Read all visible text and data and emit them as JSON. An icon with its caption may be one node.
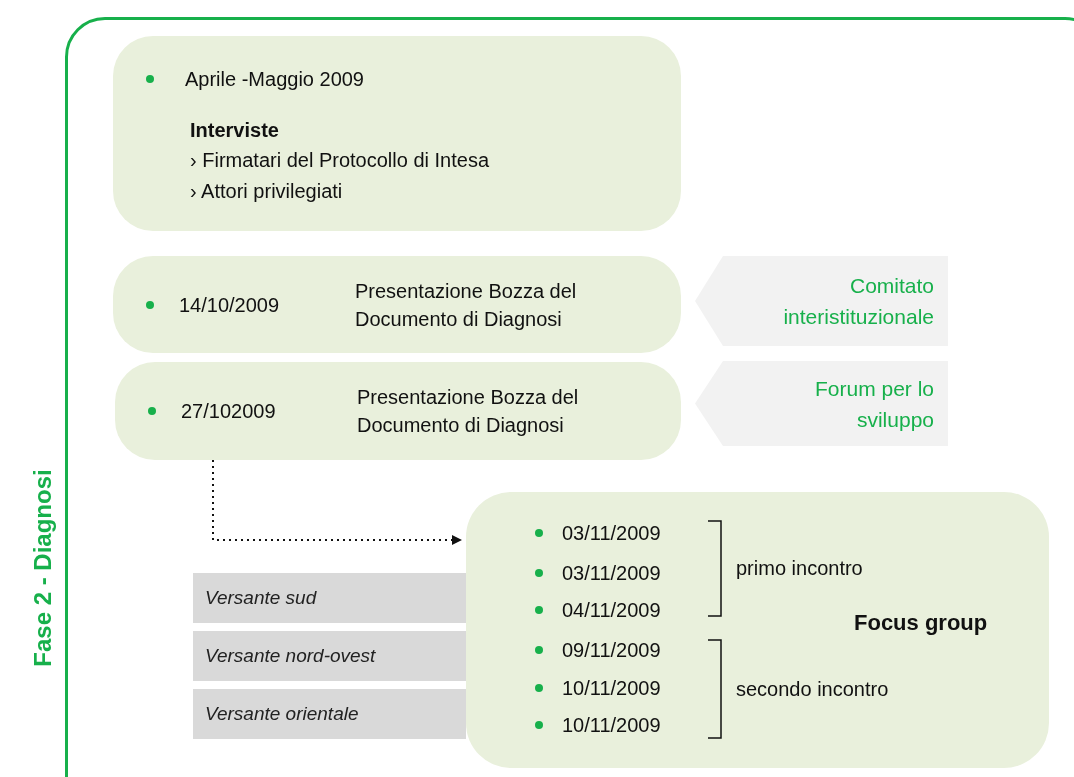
{
  "diagram": {
    "nodes": [
      {
        "text": [
          "Fase 2 - Diagnosi"
        ]
      },
      {
        "text": [
          "Aprile -Maggio 2009",
          "Interviste",
          "› Firmatari del Protocollo di Intesa",
          "› Attori privilegiati"
        ],
        "in": 0
      },
      {
        "text": [
          "14/10/2009",
          "Presentazione Bozza del Documento di Diagnosi"
        ],
        "in": 0
      },
      {
        "text": [
          "Comitato interistituzionale"
        ],
        "in": 0
      },
      {
        "text": [
          "27/102009",
          "Presentazione Bozza del Documento di Diagnosi"
        ],
        "in": 0
      },
      {
        "text": [
          "Forum per lo sviluppo"
        ],
        "in": 0
      },
      {
        "text": [
          "Versante sud"
        ],
        "in": 0
      },
      {
        "text": [
          "Versante nord-ovest"
        ],
        "in": 0
      },
      {
        "text": [
          "Versante orientale"
        ],
        "in": 0
      },
      {
        "text": [
          "03/11/2009",
          "03/11/2009",
          "04/11/2009",
          "09/11/2009",
          "10/11/2009",
          "10/11/2009",
          "primo incontro",
          "secondo incontro",
          "Focus group"
        ],
        "in": 0
      }
    ],
    "edges": [
      {
        "from": 4,
        "to": 9,
        "arrow": "to",
        "style": "dashed"
      }
    ]
  }
}
